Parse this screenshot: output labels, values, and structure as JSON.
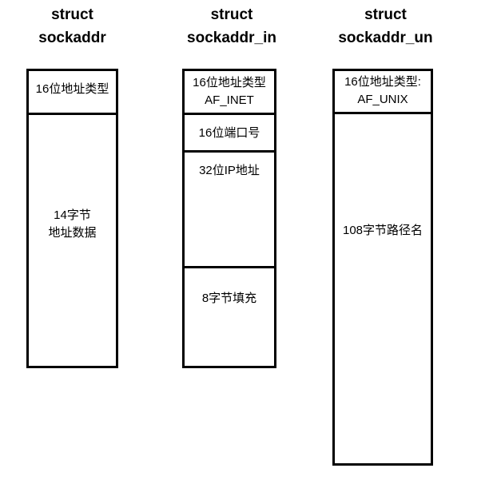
{
  "diagram": {
    "title": "socket address structures",
    "background_color": "#ffffff",
    "line_color": "#000000",
    "text_color": "#000000",
    "columns": [
      {
        "id": "sockaddr",
        "title_line1": "struct",
        "title_line2": "sockaddr",
        "fields": [
          {
            "id": "type",
            "text": "16位地址类型"
          },
          {
            "id": "data",
            "text": "14字节\n地址数据"
          }
        ]
      },
      {
        "id": "sockaddr_in",
        "title_line1": "struct",
        "title_line2": "sockaddr_in",
        "fields": [
          {
            "id": "type",
            "text": "16位地址类型\nAF_INET"
          },
          {
            "id": "port",
            "text": "16位端口号"
          },
          {
            "id": "ip",
            "text": "32位IP地址"
          },
          {
            "id": "pad",
            "text": "8字节填充"
          }
        ]
      },
      {
        "id": "sockaddr_un",
        "title_line1": "struct",
        "title_line2": "sockaddr_un",
        "fields": [
          {
            "id": "type",
            "text": "16位地址类型:\nAF_UNIX"
          },
          {
            "id": "path",
            "text": "108字节路径名"
          }
        ]
      }
    ]
  }
}
